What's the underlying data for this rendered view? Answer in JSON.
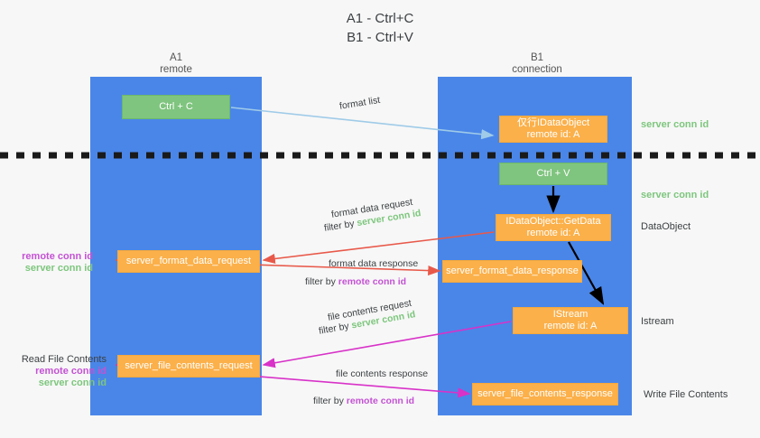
{
  "title": "A1 - Ctrl+C\nB1 - Ctrl+V",
  "columns": {
    "a1": "A1\nremote",
    "b1": "B1\nconnection"
  },
  "boxes": {
    "ctrl_c": "Ctrl + C",
    "idataobject": "仅行IDataObject\nremote id: A",
    "ctrl_v": "Ctrl + V",
    "getdata": "IDataObject::GetData\nremote id: A",
    "istream": "IStream\nremote id: A",
    "server_format_data_request": "server_format_data_request",
    "server_format_data_response": "server_format_data_response",
    "server_file_contents_request": "server_file_contents_request",
    "server_file_contents_response": "server_file_contents_response"
  },
  "side_labels": {
    "server_conn_id_top": "server conn id",
    "server_conn_id_mid": "server conn id",
    "dataobject": "DataObject",
    "istream": "Istream",
    "write_file_contents": "Write File Contents",
    "read_file_contents": "Read File Contents",
    "remote_conn_id": "remote conn id",
    "server_conn_id": "server conn id"
  },
  "edge_labels": {
    "format_list": "format list",
    "format_data_request": "format data request",
    "filter_by_prefix": "filter by",
    "filter_server_conn_id": "server conn id",
    "format_data_response": "format data response",
    "filter_remote_conn_id": "remote conn id",
    "file_contents_request": "file contents request",
    "file_contents_response": "file contents response"
  },
  "colors": {
    "lane_blue": "#4a86e8",
    "box_green": "#7fc47f",
    "box_orange": "#fbb04a",
    "server_conn_green": "#7dc67d",
    "remote_conn_purple": "#c452d4",
    "arrow_red": "#e8594a",
    "arrow_magenta": "#d832c8",
    "arrow_lightblue": "#9fcbe8",
    "arrow_black": "#000000",
    "divider_black": "#1a1a1a",
    "background": "#f7f7f7"
  }
}
